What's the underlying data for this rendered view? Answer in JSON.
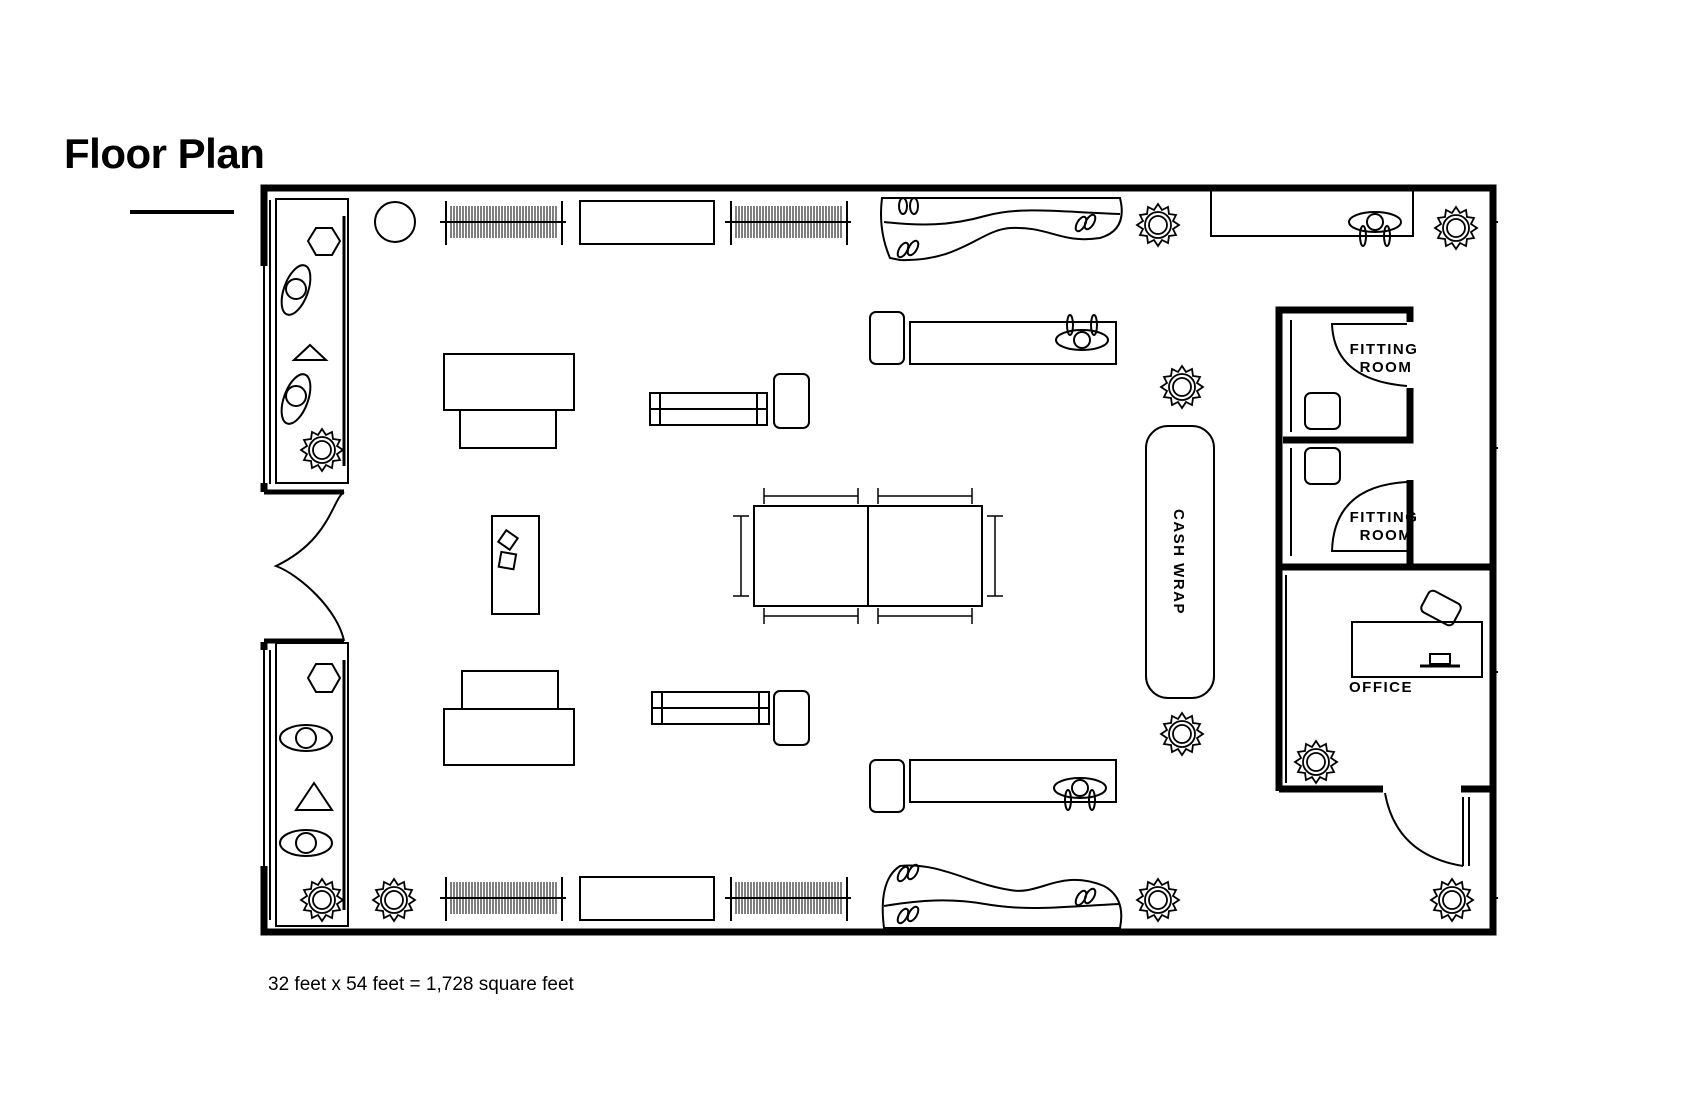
{
  "title": "Floor Plan",
  "dimensions": "32 feet x 54 feet = 1,728 square feet",
  "labels": {
    "fitting_room_1_line1": "FITTING",
    "fitting_room_1_line2": "ROOM",
    "fitting_room_2_line1": "FITTING",
    "fitting_room_2_line2": "ROOM",
    "cash_wrap": "CASH WRAP",
    "office": "OFFICE"
  },
  "colors": {
    "ink": "#000000",
    "paper": "#ffffff"
  }
}
